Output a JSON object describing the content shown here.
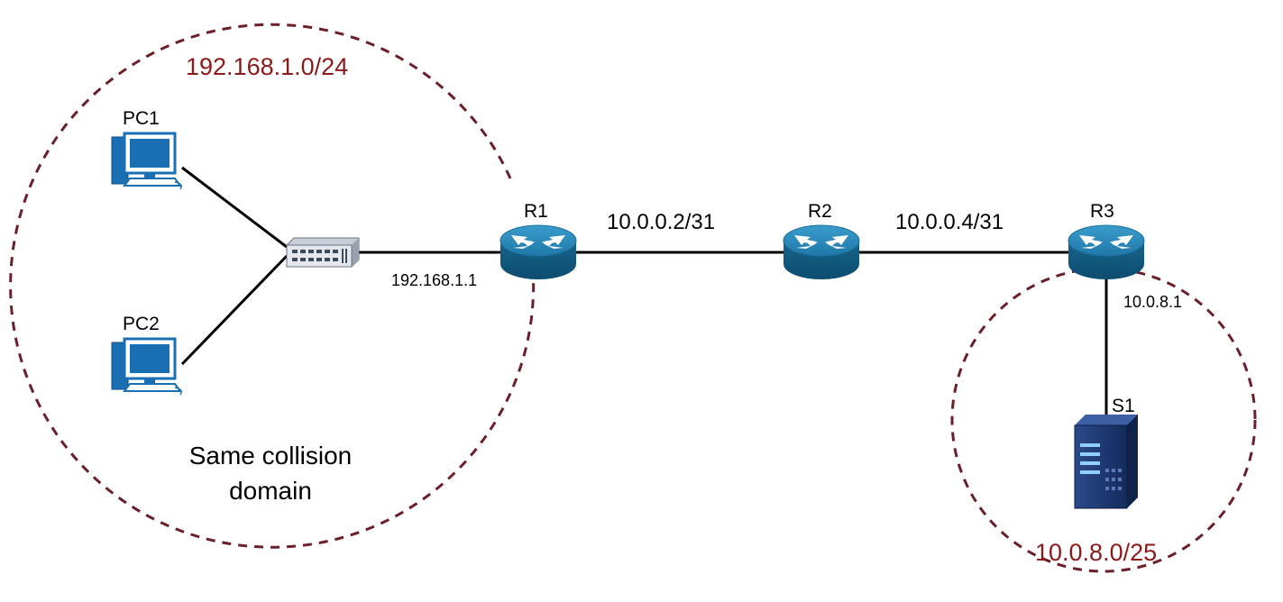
{
  "nodes": {
    "pc1": {
      "label": "PC1"
    },
    "pc2": {
      "label": "PC2"
    },
    "r1": {
      "label": "R1"
    },
    "r2": {
      "label": "R2"
    },
    "r3": {
      "label": "R3"
    },
    "s1": {
      "label": "S1"
    }
  },
  "links": {
    "r1_r2": "10.0.0.2/31",
    "r2_r3": "10.0.0.4/31"
  },
  "interfaces": {
    "r1_lan": "192.168.1.1",
    "r3_lan": "10.0.8.1"
  },
  "networks": {
    "left": "192.168.1.0/24",
    "right": "10.0.8.0/25"
  },
  "note": {
    "line1": "Same collision",
    "line2": "domain"
  },
  "colors": {
    "router": "#1a6f98",
    "device": "#1a6fb3",
    "zone_border": "#6b1f2a",
    "network_label": "#8b1a1a"
  }
}
